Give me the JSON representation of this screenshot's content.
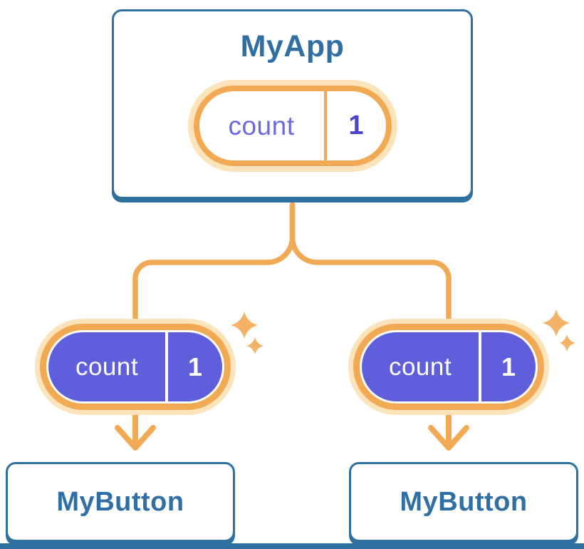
{
  "colors": {
    "border-blue": "#2E71A1",
    "label-blue": "#306FA3",
    "accent-orange": "#F2A953",
    "sparkle-orange": "#F4B266",
    "halo-cream": "#FBE4BC",
    "state-purple": "#5F5FDB",
    "state-text-purple": "#6C69DE",
    "state-value-purple": "#4A46CB"
  },
  "diagram": {
    "root": {
      "title": "MyApp",
      "state": {
        "name": "count",
        "value": "1"
      }
    },
    "children": [
      {
        "title": "MyButton",
        "state": {
          "name": "count",
          "value": "1"
        }
      },
      {
        "title": "MyButton",
        "state": {
          "name": "count",
          "value": "1"
        }
      }
    ]
  }
}
